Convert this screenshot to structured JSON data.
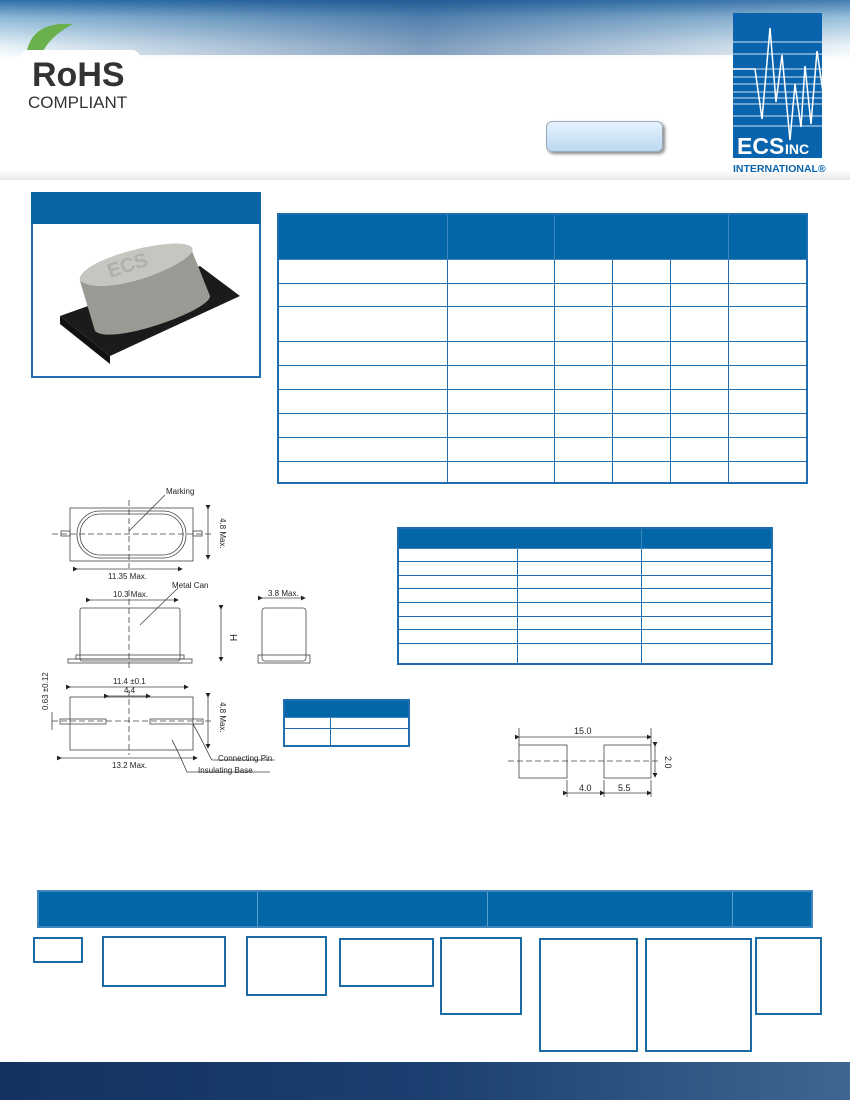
{
  "header": {
    "rohs_logo": {
      "main": "RoHS",
      "sub": "COMPLIANT"
    },
    "ecs_logo": {
      "main": "ECS",
      "inc": "INC",
      "sub": "INTERNATIONAL®"
    },
    "brand_color": "#0366a6"
  },
  "drawing": {
    "marking": "Marking",
    "top_height": "4.8 Max.",
    "top_length": "11.35 Max.",
    "metal_can": "Metal Can",
    "can_length": "10.3 Max.",
    "side_width": "3.8 Max.",
    "height": "H",
    "pin_span": "11.4 ±0.1",
    "pin_pitch": "4.4",
    "pin_dia": "0.63 ±0.12",
    "base_height": "4.8 Max.",
    "base_length": "13.2 Max.",
    "connecting_pin": "Connecting Pin",
    "insulating_base": "Insulating Base"
  },
  "land_pattern": {
    "total": "15.0",
    "pad_h": "2.0",
    "gap": "4.0",
    "pad_w": "5.5"
  }
}
